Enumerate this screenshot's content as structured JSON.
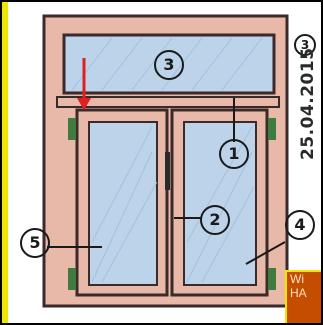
{
  "sketch": {
    "date": "25.04.2015",
    "part_numbers": [
      "1",
      "2",
      "3",
      "4",
      "5"
    ],
    "corner_mark": "3"
  },
  "badge": {
    "line1": "Wi",
    "line2": "HA"
  },
  "colors": {
    "frame": "#e8b8a8",
    "frame_outline": "#3a2a2a",
    "glass": "#bcd3ea",
    "hinge": "#3f7a3f",
    "arrow": "#e02020",
    "badge_bg": "#c54d00",
    "accent_yellow": "#f2e600"
  }
}
